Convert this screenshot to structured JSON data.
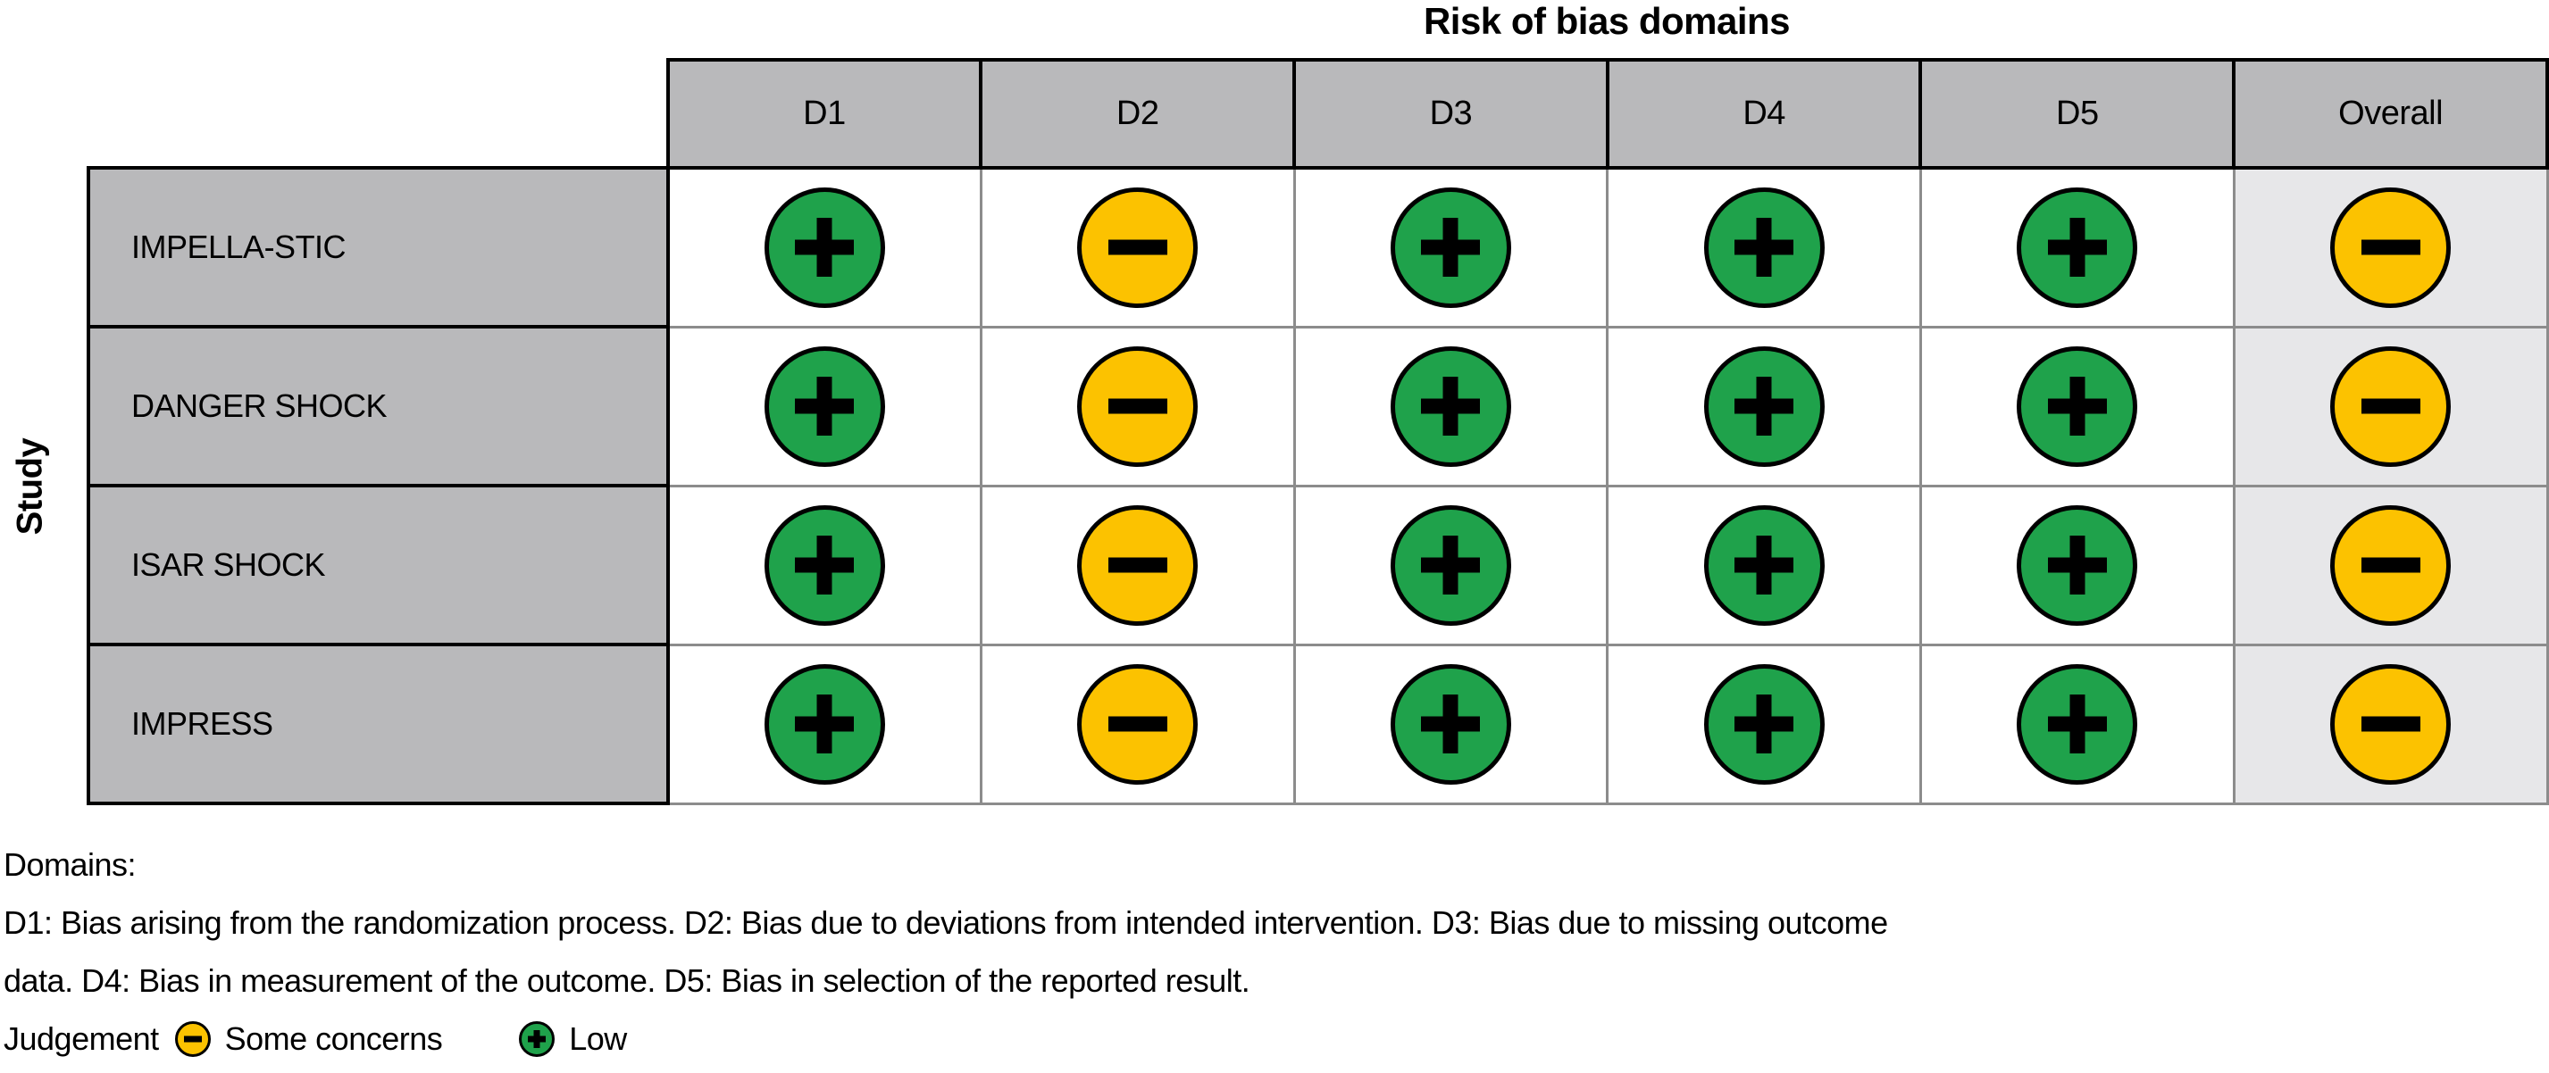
{
  "chart_data": {
    "type": "table",
    "title": "Risk of bias domains",
    "y_label": "Study",
    "columns": [
      "D1",
      "D2",
      "D3",
      "D4",
      "D5",
      "Overall"
    ],
    "rows": [
      {
        "study": "IMPELLA-STIC",
        "judgements": [
          "low",
          "some_concerns",
          "low",
          "low",
          "low",
          "some_concerns"
        ]
      },
      {
        "study": "DANGER SHOCK",
        "judgements": [
          "low",
          "some_concerns",
          "low",
          "low",
          "low",
          "some_concerns"
        ]
      },
      {
        "study": "ISAR SHOCK",
        "judgements": [
          "low",
          "some_concerns",
          "low",
          "low",
          "low",
          "some_concerns"
        ]
      },
      {
        "study": "IMPRESS",
        "judgements": [
          "low",
          "some_concerns",
          "low",
          "low",
          "low",
          "some_concerns"
        ]
      }
    ],
    "legend_position": "bottom",
    "legend_title": "Judgement",
    "legend": [
      {
        "key": "some_concerns",
        "label": "Some concerns"
      },
      {
        "key": "low",
        "label": "Low"
      }
    ]
  },
  "footer": {
    "domains_heading": "Domains:",
    "domain_lines": [
      "D1: Bias arising from the randomization process. D2: Bias due to deviations from intended intervention. D3: Bias due to missing outcome",
      "data. D4: Bias in measurement of the outcome. D5: Bias in selection of the reported result."
    ]
  },
  "colors": {
    "low": "#1fa24b",
    "some_concerns": "#fcc200",
    "header_bg": "#b9b9bb",
    "overall_bg": "#e7e7e9",
    "grid_line": "#8c8c8c"
  }
}
